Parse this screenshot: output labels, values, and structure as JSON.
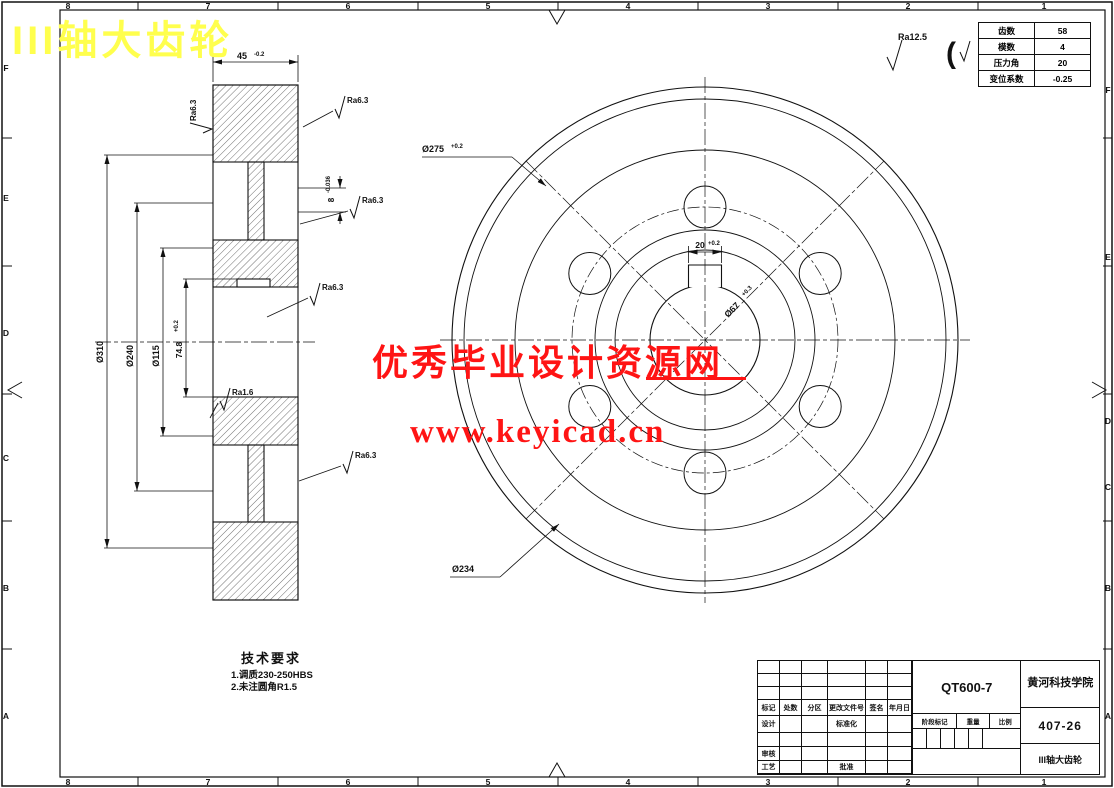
{
  "page_title": "III轴大齿轮",
  "watermark": {
    "line1": "优秀毕业设计资源网",
    "line2": "www.keyicad.cn"
  },
  "colors": {
    "title_yellow": "#ffff4d",
    "watermark_red": "#ff1414",
    "line": "#111111",
    "paper": "#ffffff"
  },
  "border": {
    "cols": [
      "8",
      "7",
      "6",
      "5",
      "4",
      "3",
      "2",
      "1"
    ],
    "rows": [
      "F",
      "E",
      "D",
      "C",
      "B",
      "A"
    ]
  },
  "gear_table": {
    "rows": [
      [
        "齿数",
        "58"
      ],
      [
        "模数",
        "4"
      ],
      [
        "压力角",
        "20"
      ],
      [
        "变位系数",
        "-0.25"
      ]
    ]
  },
  "dims": {
    "width": {
      "v": "45",
      "tol": "-0.2"
    },
    "d310": {
      "v": "Ø310"
    },
    "d240": {
      "v": "Ø240"
    },
    "d115": {
      "v": "Ø115"
    },
    "keydepth": {
      "v": "74.8",
      "tol": "+0.2"
    },
    "step": {
      "v": "8",
      "tol": "-0.036"
    },
    "keyway_width": {
      "v": "20",
      "tol": "+0.2"
    },
    "bore": {
      "v": "Ø67",
      "tol": "+0.3"
    },
    "d275": {
      "v": "Ø275",
      "tol": "+0.2"
    },
    "d234": {
      "v": "Ø234"
    }
  },
  "roughness": {
    "general": "Ra12.5",
    "others": "(✓)",
    "machined": "Ra6.3",
    "fine": "Ra1.6"
  },
  "tech_requirements": {
    "heading": "技术要求",
    "items": [
      "1.调质230-250HBS",
      "2.未注圆角R1.5"
    ]
  },
  "title_block": {
    "material": "QT600-7",
    "school": "黄河科技学院",
    "drawing_no": "407-26",
    "part_name": "III轴大齿轮",
    "rev_labels": [
      "标记",
      "处数",
      "分区",
      "更改文件号",
      "签名",
      "年月日"
    ],
    "design": "设计",
    "standard": "标准化",
    "audit": "审核",
    "process": "工艺",
    "approve": "批准",
    "stage_labels": [
      "阶段标记",
      "重量",
      "比例"
    ]
  }
}
